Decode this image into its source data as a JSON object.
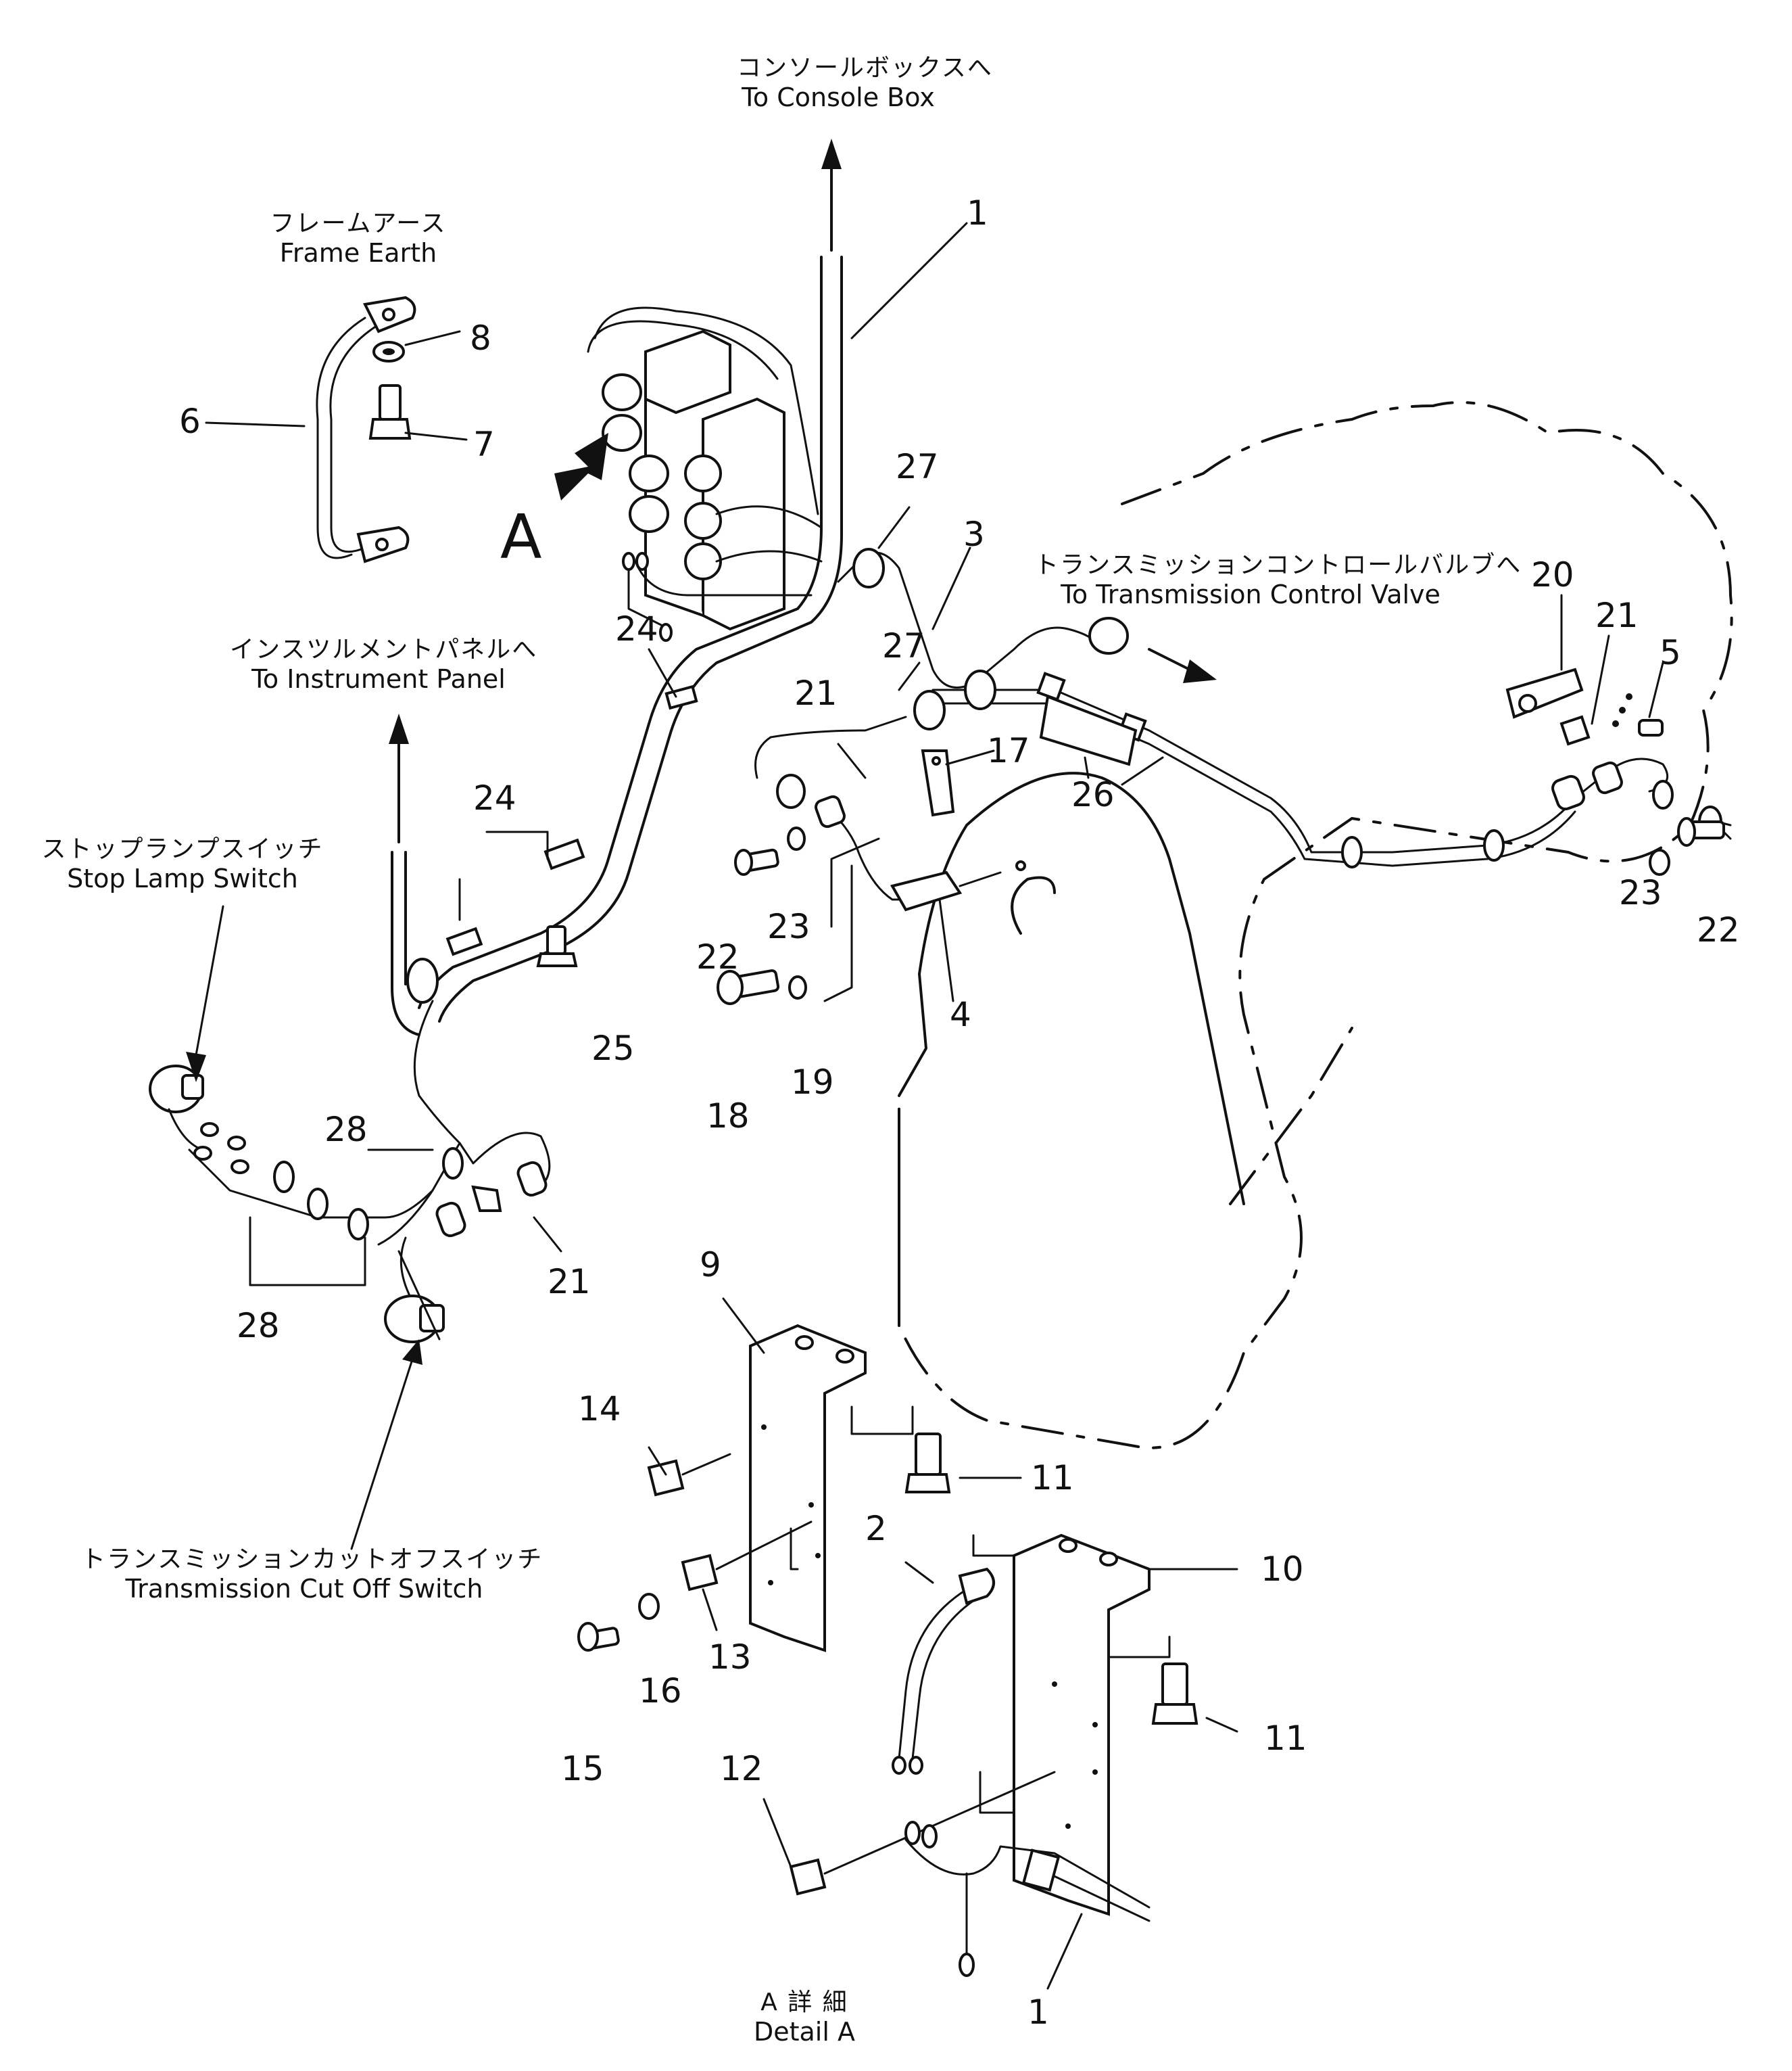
{
  "captions": {
    "console_box_jp": "コンソールボックスへ",
    "console_box_en": "To Console Box",
    "frame_earth_jp": "フレームアース",
    "frame_earth_en": "Frame Earth",
    "instrument_panel_jp": "インスツルメントパネルへ",
    "instrument_panel_en": "To Instrument Panel",
    "transmission_valve_jp": "トランスミッションコントロールバルブへ",
    "transmission_valve_en": "To Transmission Control Valve",
    "stop_lamp_jp": "ストップランプスイッチ",
    "stop_lamp_en": "Stop Lamp Switch",
    "cut_off_jp": "トランスミッションカットオフスイッチ",
    "cut_off_en": "Transmission Cut Off Switch",
    "detail_jp": "A 詳 細",
    "detail_en": "Detail A",
    "view_a": "A"
  },
  "part_numbers": {
    "p1_top": "1",
    "p1_bottom": "1",
    "p2": "2",
    "p3": "3",
    "p4": "4",
    "p5": "5",
    "p6": "6",
    "p7": "7",
    "p8": "8",
    "p9": "9",
    "p10": "10",
    "p11_a": "11",
    "p11_b": "11",
    "p12": "12",
    "p13": "13",
    "p14": "14",
    "p15": "15",
    "p16": "16",
    "p17": "17",
    "p18": "18",
    "p19": "19",
    "p20": "20",
    "p21_a": "21",
    "p21_b": "21",
    "p21_c": "21",
    "p22_a": "22",
    "p22_b": "22",
    "p23_a": "23",
    "p23_b": "23",
    "p24_a": "24",
    "p24_b": "24",
    "p25": "25",
    "p26": "26",
    "p27_a": "27",
    "p27_b": "27",
    "p28_a": "28",
    "p28_b": "28"
  }
}
